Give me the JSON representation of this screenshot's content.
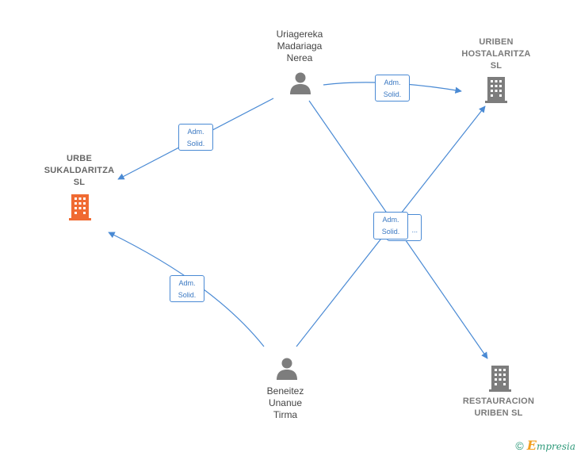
{
  "colors": {
    "edge": "#4a8ad4",
    "person_icon": "#7d7d7d",
    "company_icon": "#7d7d7d",
    "focus_company_icon": "#f06a32",
    "brand": "#2f9a7a"
  },
  "nodes": {
    "uriagereka": {
      "name": "Uriagereka\nMadariaga\nNerea",
      "icon": "person-icon"
    },
    "beneitez": {
      "name": "Beneitez\nUnanue\nTirma",
      "icon": "person-icon"
    },
    "uriben_hostalaritza": {
      "name": "URIBEN\nHOSTALARITZA\nSL",
      "icon": "building-icon"
    },
    "urbe_sukaldaritza": {
      "name": "URBE\nSUKALDARITZA\nSL",
      "icon": "building-icon"
    },
    "restauracion_uriben": {
      "name": "RESTAURACION\nURIBEN  SL",
      "icon": "building-icon"
    }
  },
  "edges": {
    "uriagereka_to_uriben": "Adm.\nSolid.",
    "uriagereka_to_urbe": "Adm.\nSolid.",
    "beneitez_to_urbe": "Adm.\nSolid.",
    "center_front": "Adm.\nSolid.",
    "center_back": "..."
  },
  "footer": {
    "copyright_symbol": "©",
    "brand_initial": "E",
    "brand_rest": "mpresia"
  }
}
